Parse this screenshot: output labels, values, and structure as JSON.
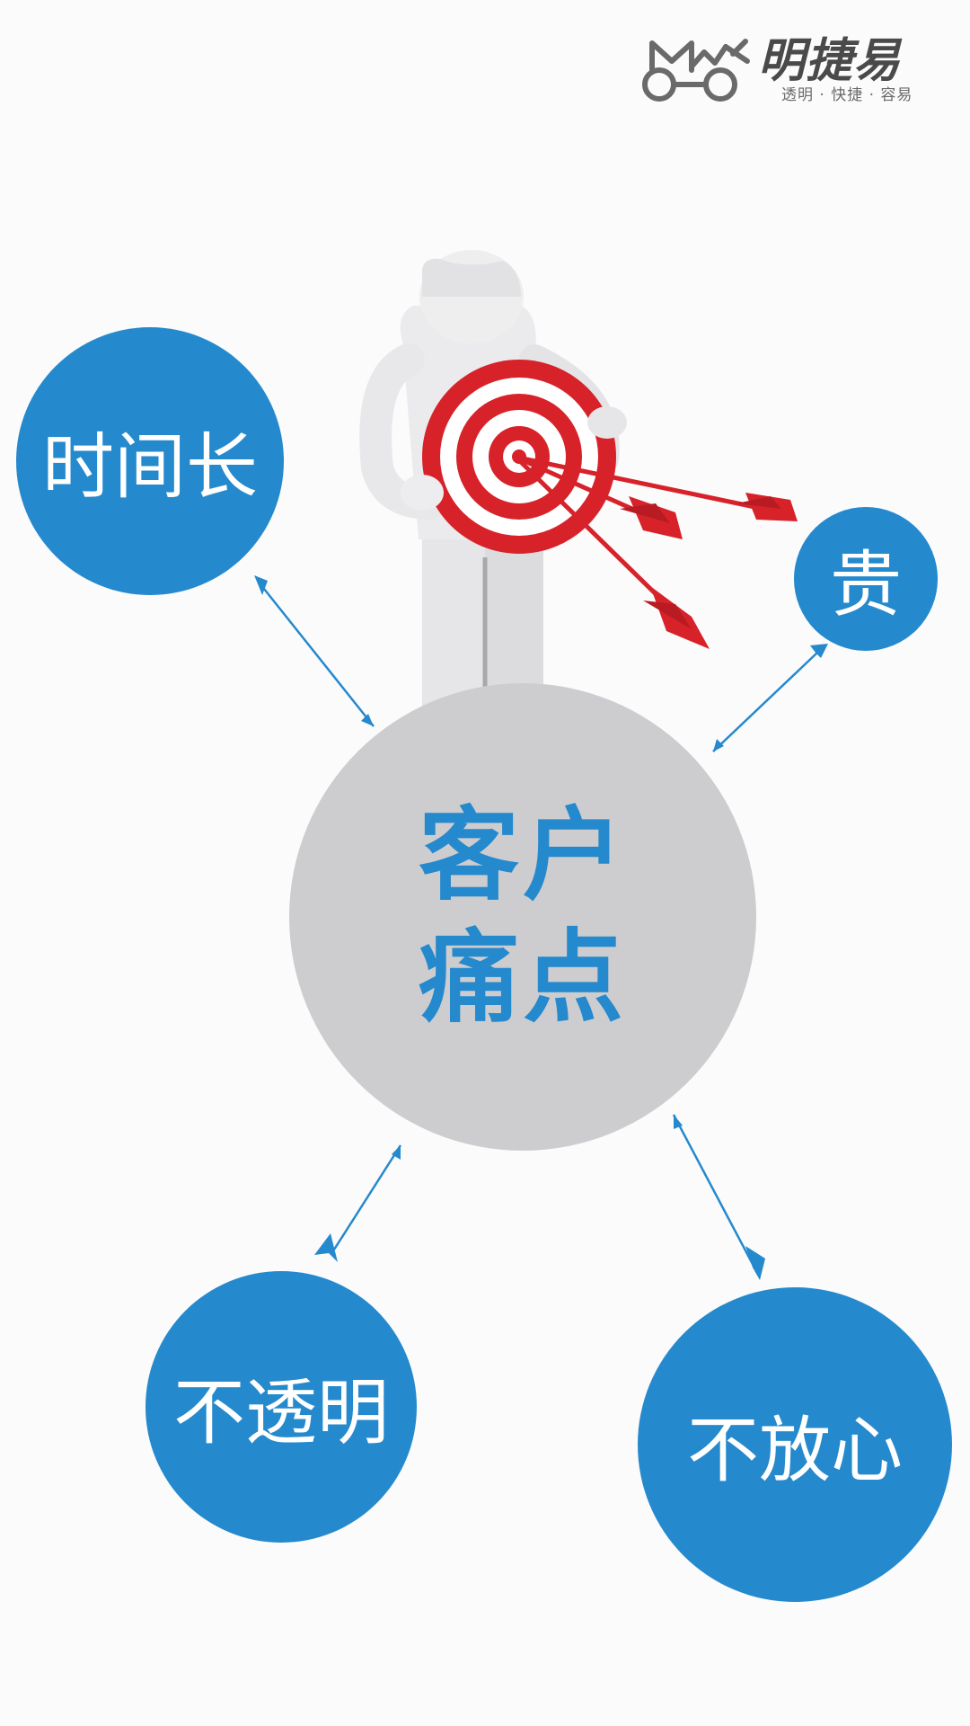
{
  "logo": {
    "name": "明捷易",
    "slogan": "透明 · 快捷 · 容易"
  },
  "diagram": {
    "center_lines": [
      "客户",
      "痛点"
    ],
    "pain_points": {
      "time": "时间长",
      "price": "贵",
      "opaque": "不透明",
      "trust": "不放心"
    }
  },
  "colors": {
    "accent_blue": "#2589cd",
    "center_gray": "#cdcdcf",
    "target_red": "#d8222a"
  },
  "icons": [
    "logo-mark-icon",
    "figure-with-target-icon",
    "arrow-icon"
  ]
}
